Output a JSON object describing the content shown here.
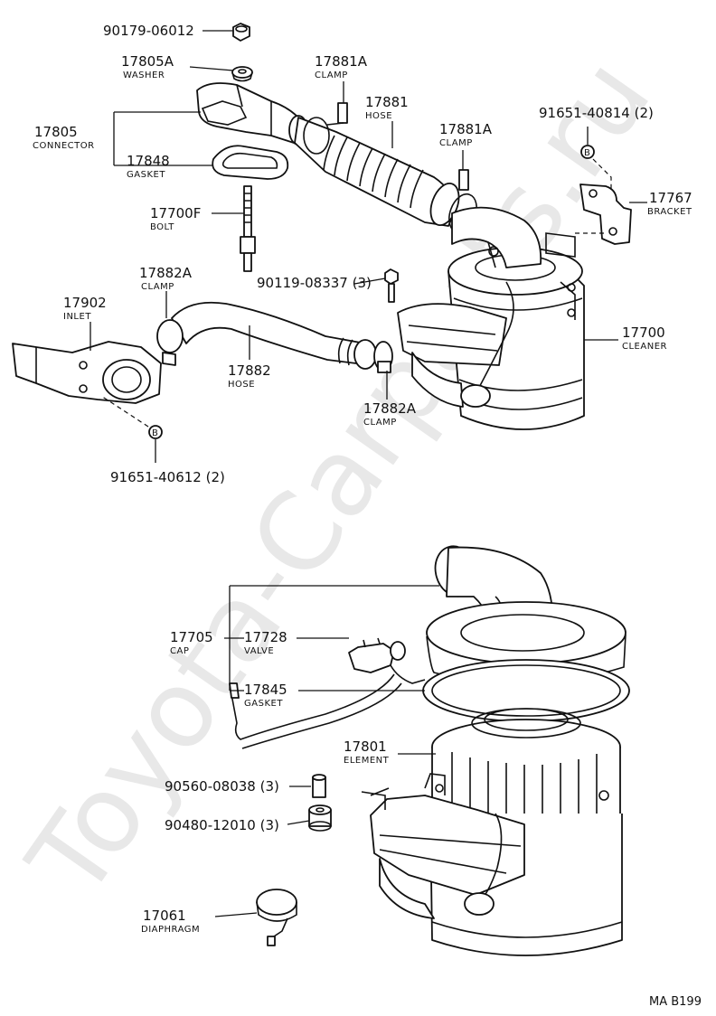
{
  "watermark": "Toyota-Carparts.ru",
  "figure_ref": "MA B199",
  "labels": {
    "p90179": {
      "number": "90179-06012"
    },
    "p17805A": {
      "number": "17805A",
      "name": "WASHER"
    },
    "p17881A_top": {
      "number": "17881A",
      "name": "CLAMP"
    },
    "p17881": {
      "number": "17881",
      "name": "HOSE"
    },
    "p17881A_mid": {
      "number": "17881A",
      "name": "CLAMP"
    },
    "p17805": {
      "number": "17805",
      "name": "CONNECTOR"
    },
    "p17848": {
      "number": "17848",
      "name": "GASKET"
    },
    "p91651_40814": {
      "number": "91651-40814 (2)"
    },
    "p17767": {
      "number": "17767",
      "name": "BRACKET"
    },
    "p17700F": {
      "number": "17700F",
      "name": "BOLT"
    },
    "p90119": {
      "number": "90119-08337 (3)"
    },
    "p17882A_left": {
      "number": "17882A",
      "name": "CLAMP"
    },
    "p17902": {
      "number": "17902",
      "name": "INLET"
    },
    "p17700": {
      "number": "17700",
      "name": "CLEANER"
    },
    "p17882": {
      "number": "17882",
      "name": "HOSE"
    },
    "p17882A_right": {
      "number": "17882A",
      "name": "CLAMP"
    },
    "p91651_40612": {
      "number": "91651-40612 (2)"
    },
    "p17705": {
      "number": "17705",
      "name": "CAP"
    },
    "p17728": {
      "number": "17728",
      "name": "VALVE"
    },
    "p17845": {
      "number": "17845",
      "name": "GASKET"
    },
    "p17801": {
      "number": "17801",
      "name": "ELEMENT"
    },
    "p90560": {
      "number": "90560-08038 (3)"
    },
    "p90480": {
      "number": "90480-12010 (3)"
    },
    "p17061": {
      "number": "17061",
      "name": "DIAPHRAGM"
    }
  }
}
